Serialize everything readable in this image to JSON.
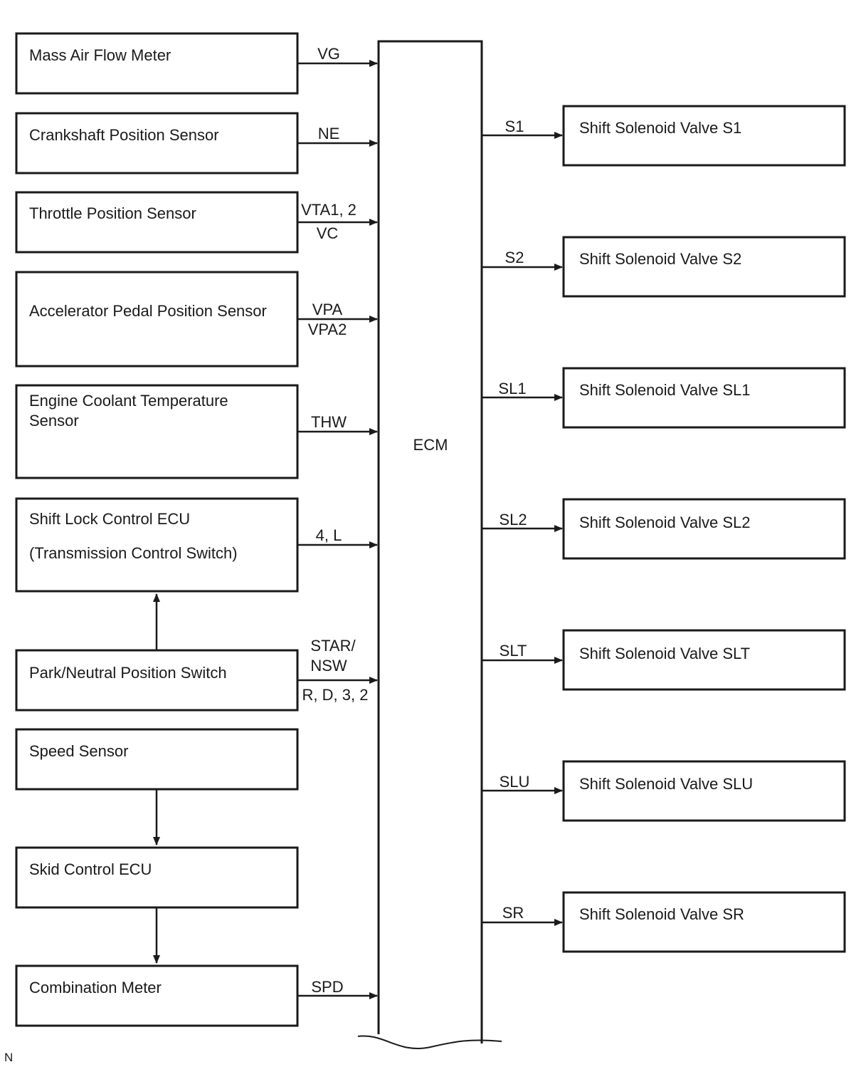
{
  "inputs": [
    {
      "name": "Mass Air Flow Meter",
      "signal": "VG"
    },
    {
      "name": "Crankshaft Position Sensor",
      "signal": "NE"
    },
    {
      "name": "Throttle Position Sensor",
      "signal_top": "VTA1, 2",
      "signal_bottom": "VC"
    },
    {
      "name": "Accelerator Pedal Position Sensor",
      "signal_top": "VPA",
      "signal_bottom": "VPA2"
    },
    {
      "name_line1": "Engine Coolant Temperature",
      "name_line2": "Sensor",
      "signal": "THW"
    },
    {
      "name_line1": "Shift Lock Control ECU",
      "name_line2": "(Transmission Control Switch)",
      "signal": "4, L"
    },
    {
      "name": "Park/Neutral Position Switch",
      "signal_line1": "STAR/",
      "signal_line2": "NSW",
      "signal_bottom": "R, D, 3, 2"
    },
    {
      "name": "Speed Sensor"
    },
    {
      "name": "Skid Control ECU"
    },
    {
      "name": "Combination Meter",
      "signal": "SPD"
    }
  ],
  "ecm": {
    "label": "ECM"
  },
  "outputs": [
    {
      "name": "Shift Solenoid Valve S1",
      "signal": "S1"
    },
    {
      "name": "Shift Solenoid Valve S2",
      "signal": "S2"
    },
    {
      "name": "Shift Solenoid Valve SL1",
      "signal": "SL1"
    },
    {
      "name": "Shift Solenoid Valve SL2",
      "signal": "SL2"
    },
    {
      "name": "Shift Solenoid Valve SLT",
      "signal": "SLT"
    },
    {
      "name": "Shift Solenoid Valve SLU",
      "signal": "SLU"
    },
    {
      "name": "Shift Solenoid Valve SR",
      "signal": "SR"
    }
  ],
  "footer": {
    "mark": "N"
  }
}
